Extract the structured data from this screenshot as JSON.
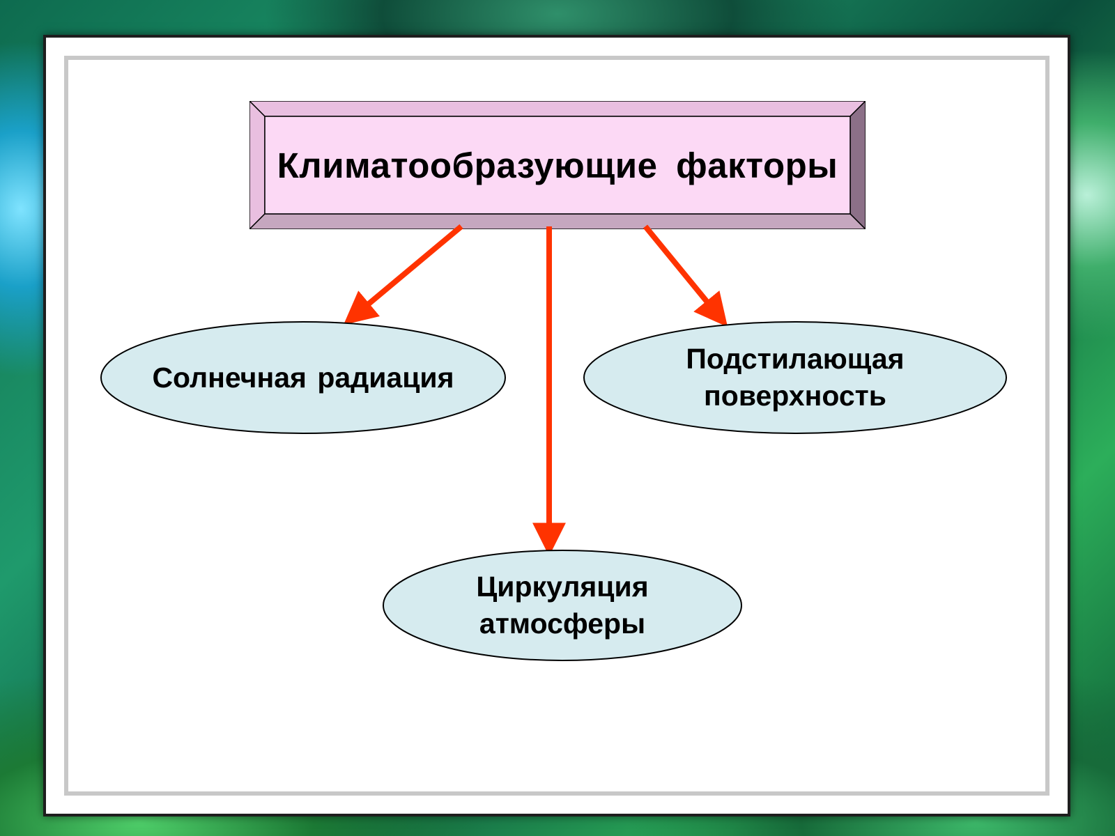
{
  "diagram": {
    "title": "Климатообразующие факторы",
    "nodes": [
      {
        "id": "solar",
        "label": "Солнечная радиация"
      },
      {
        "id": "surface",
        "label": "Подстилающая\nповерхность"
      },
      {
        "id": "circulation",
        "label": "Циркуляция\n атмосферы"
      }
    ],
    "edges": [
      {
        "from": "title",
        "to": "solar"
      },
      {
        "from": "title",
        "to": "circulation"
      },
      {
        "from": "title",
        "to": "surface"
      }
    ]
  },
  "colors": {
    "title_fill": "#fcd9f5",
    "title_bevel_top": "#e9bfe0",
    "title_bevel_side": "#8c7088",
    "title_bevel_bottom": "#c6a7bf",
    "node_fill": "#d6ebef",
    "arrow": "#ff3300"
  }
}
